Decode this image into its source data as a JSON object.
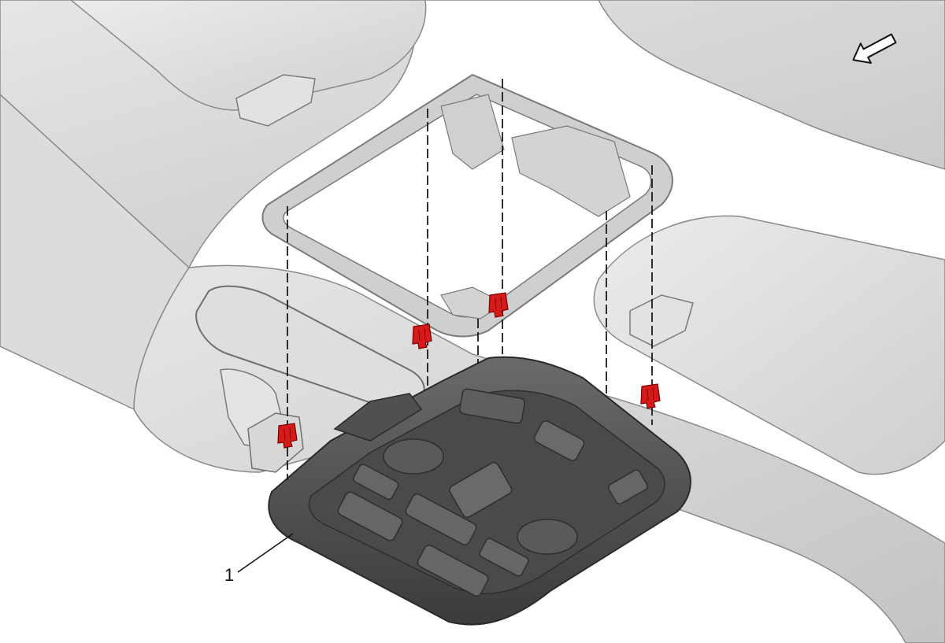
{
  "callouts": [
    {
      "label": "1",
      "target": "overhead-console"
    }
  ],
  "orientation_arrow": {
    "icon": "direction-arrow-icon",
    "points": "left-down"
  },
  "colors": {
    "headliner": "#d6d6d6",
    "headliner_shadow": "#b9b9b9",
    "console": "#595959",
    "console_dark": "#3e3e3e",
    "clip": "#d61a1a",
    "line": "#1a1a1a"
  },
  "clips": {
    "count": 4,
    "icon": "retaining-clip-icon"
  },
  "alignment_lines": {
    "count": 6,
    "style": "dashed"
  }
}
